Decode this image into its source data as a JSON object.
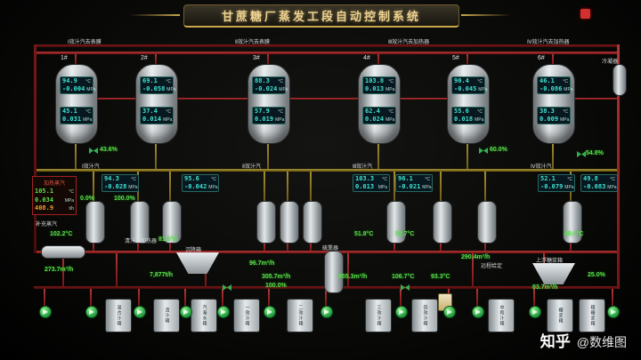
{
  "title": "甘蔗糖厂蒸发工段自动控制系统",
  "watermark": {
    "brand": "知乎",
    "handle": "@数维图"
  },
  "units": {
    "temp": "°C",
    "press": "MPa"
  },
  "top_labels": [
    "Ⅰ效汁汽去表膜",
    "Ⅱ效汁汽去表膜",
    "Ⅲ效汁汽去加热器",
    "Ⅳ效汁汽去加热器",
    "冷凝器"
  ],
  "station_labels": [
    "Ⅰ效汁汽",
    "Ⅱ效汁汽",
    "Ⅲ效汁汽",
    "Ⅳ效汁汽"
  ],
  "white_labels": [
    "补充蒸汽",
    "清汁去加热器",
    "沉降箱",
    "硫熏器",
    "上浮糖浆箱",
    "远程给定"
  ],
  "vessels": [
    {
      "label": "1#",
      "t1": "94.9",
      "p1": "-0.004",
      "t2": "45.1",
      "p2": "0.031"
    },
    {
      "label": "2#",
      "t1": "69.1",
      "p1": "-0.058",
      "t2": "37.4",
      "p2": "0.014"
    },
    {
      "label": "3#",
      "t1": "88.3",
      "p1": "-0.024",
      "t2": "57.9",
      "p2": "0.019"
    },
    {
      "label": "4#",
      "t1": "103.8",
      "p1": "0.013",
      "t2": "62.4",
      "p2": "0.024"
    },
    {
      "label": "5#",
      "t1": "90.4",
      "p1": "-0.045",
      "t2": "55.6",
      "p2": "0.018"
    },
    {
      "label": "6#",
      "t1": "46.1",
      "p1": "-0.086",
      "t2": "38.3",
      "p2": "0.009"
    }
  ],
  "instruments": [
    {
      "v1": "94.3",
      "v2": "-0.028"
    },
    {
      "v1": "95.6",
      "v2": "-0.042"
    },
    {
      "v1": "103.3",
      "v2": "0.013"
    },
    {
      "v1": "96.1",
      "v2": "-0.021"
    },
    {
      "v1": "52.1",
      "v2": "-0.079"
    },
    {
      "v1": "49.8",
      "v2": "-0.083"
    }
  ],
  "panel": {
    "header": "加热蒸汽",
    "rows": [
      {
        "v": "105.1",
        "u": "°C"
      },
      {
        "v": "0.034",
        "u": "MPa"
      },
      {
        "v": "408.9",
        "u": "t/h"
      }
    ]
  },
  "greens": [
    "43.6%",
    "60.0%",
    "54.8%",
    "0.0%",
    "100.0%",
    "102.2°C",
    "81.6°C",
    "51.8°C",
    "52.7°C",
    "80.4°C",
    "273.7m³/h",
    "7,877t/h",
    "96.7m³/h",
    "305.7m³/h",
    "100.0%",
    "955.3m³/h",
    "106.7°C",
    "93.3°C",
    "290.4m³/h",
    "83.7m³/h",
    "25.0%"
  ],
  "tanks": [
    "混合汁箱",
    "清汁箱",
    "汽凝水箱",
    "一效汁箱",
    "二效汁箱",
    "三效汁箱",
    "四效汁箱",
    "中和汁箱",
    "糖浆箱",
    "粗糖浆箱"
  ]
}
